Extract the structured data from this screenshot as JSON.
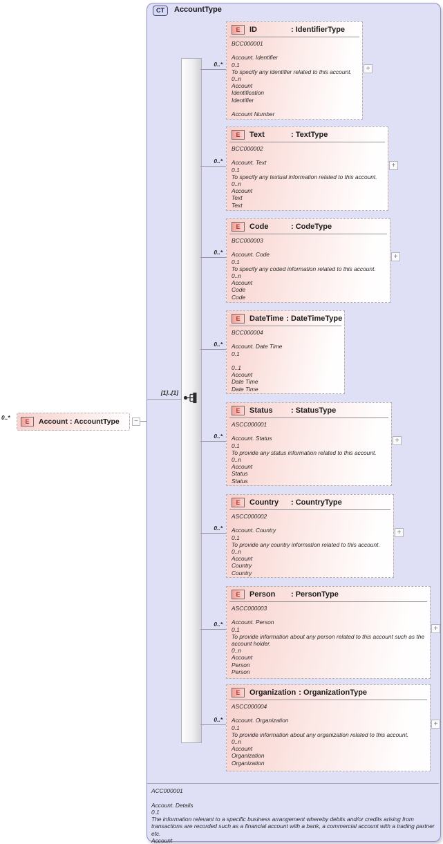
{
  "complex_type": {
    "badge": "CT",
    "title": "AccountType"
  },
  "root": {
    "badge": "E",
    "name": "Account",
    "type_label": ": AccountType",
    "cardinality": "0..*",
    "collapse_label": "−"
  },
  "sequence": {
    "label": "[1]..[1]"
  },
  "elements": [
    {
      "badge": "E",
      "name": "ID",
      "type_label": ": IdentifierType",
      "cardinality": "0..*",
      "expand_label": "+",
      "body": "BCC000001\n\nAccount. Identifier\n0.1\nTo specify any identifier related to this account.\n0..n\nAccount\nIdentification\nIdentifier\n\nAccount Number"
    },
    {
      "badge": "E",
      "name": "Text",
      "type_label": ": TextType",
      "cardinality": "0..*",
      "expand_label": "+",
      "body": "BCC000002\n\nAccount. Text\n0.1\nTo specify any textual information related to this account.\n0..n\nAccount\nText\nText"
    },
    {
      "badge": "E",
      "name": "Code",
      "type_label": ": CodeType",
      "cardinality": "0..*",
      "expand_label": "+",
      "body": "BCC000003\n\nAccount. Code\n0.1\nTo specify any coded information related to this account.\n0..n\nAccount\nCode\nCode"
    },
    {
      "badge": "E",
      "name": "DateTime",
      "type_label": ": DateTimeType",
      "cardinality": "0..*",
      "body": "BCC000004\n\nAccount. Date Time\n0.1\n\n0..1\nAccount\nDate Time\nDate Time"
    },
    {
      "badge": "E",
      "name": "Status",
      "type_label": ": StatusType",
      "cardinality": "0..*",
      "expand_label": "+",
      "body": "ASCC000001\n\nAccount. Status\n0.1\nTo provide any status information related to this account.\n0..n\nAccount\nStatus\nStatus"
    },
    {
      "badge": "E",
      "name": "Country",
      "type_label": ": CountryType",
      "cardinality": "0..*",
      "expand_label": "+",
      "body": "ASCC000002\n\nAccount. Country\n0.1\nTo provide any country information related to this account.\n0..n\nAccount\nCountry\nCountry"
    },
    {
      "badge": "E",
      "name": "Person",
      "type_label": ": PersonType",
      "cardinality": "0..*",
      "expand_label": "+",
      "body": "ASCC000003\n\nAccount. Person\n0.1\nTo provide information about any person related to this account such as the account holder.\n0..n\nAccount\nPerson\nPerson"
    },
    {
      "badge": "E",
      "name": "Organization",
      "type_label": ": OrganizationType",
      "cardinality": "0..*",
      "expand_label": "+",
      "body": "ASCC000004\n\nAccount. Organization\n0.1\nTo provide information about any organization related to this account.\n0..n\nAccount\nOrganization\nOrganization"
    }
  ],
  "footer": {
    "body": "ACC000001\n\nAccount. Details\n0.1\nThe information relevant to a specific business arrangement whereby debits and/or credits arising from transactions are recorded such as a financial account with a bank, a commercial account with a trading partner etc.\nAccount"
  },
  "colors": {
    "container_fill": "#dfe0f6",
    "element_fill_left": "#f8d2ce",
    "badge_text": "#b5352e"
  }
}
